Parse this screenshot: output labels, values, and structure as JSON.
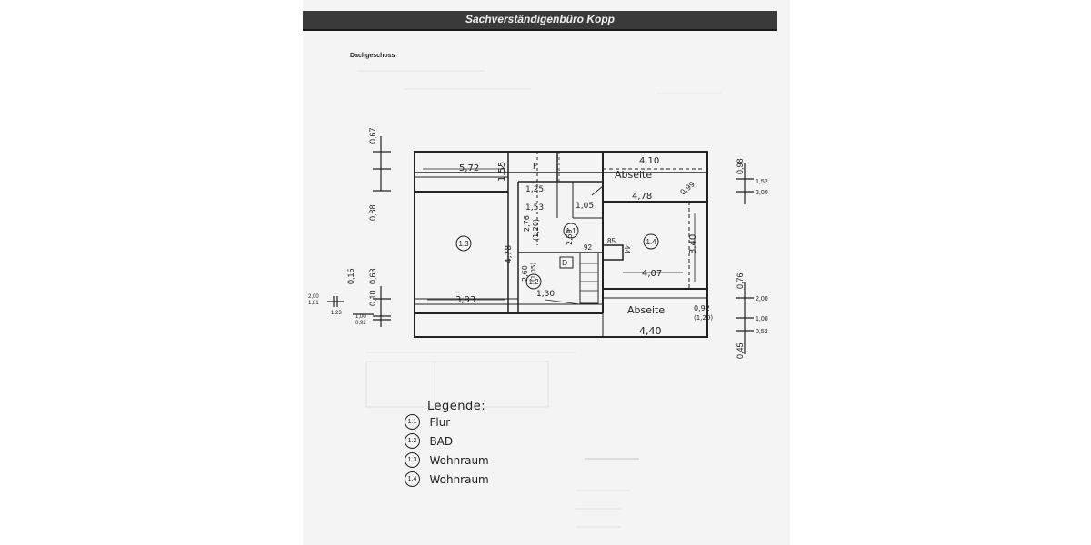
{
  "header": {
    "title": "Sachverständigenbüro Kopp"
  },
  "floor_label": "Dachgeschoss",
  "rooms": {
    "r11": "1.1",
    "r12": "1.2",
    "r13": "1.3",
    "r14": "1.4"
  },
  "room_labels": {
    "abseite_top": "Abseite",
    "abseite_bottom": "Abseite"
  },
  "dimensions": {
    "top_width": "4,10",
    "top_left": "5,72",
    "v_155": "1,55",
    "door_f": "F",
    "d_125": "1,25",
    "d_153": "1,53",
    "d_105": "1,05",
    "d_478": "4,78",
    "d_099": "0,99",
    "d_478v": "4,78",
    "d_276": "2,76",
    "d_120a": "(1,20)",
    "d_259": "2,59",
    "d_85": "85",
    "d_44": "44",
    "d_92": "92",
    "d_340": "3,40",
    "d_407": "4,07",
    "d_260": "2,60",
    "d_105b": "(1,05)",
    "d_d": "D",
    "d_393": "3,93",
    "d_130": "1,30",
    "d_092": "0,92",
    "d_120b": "(1,20)",
    "bottom_width": "4,40",
    "left_067": "0,67",
    "left_088": "0,88",
    "left_015": "0,15",
    "left_063": "0,63",
    "left_010": "0,10",
    "left_200": "2,00",
    "left_181": "1,81",
    "left_123": "1,23",
    "left_100": "1,00",
    "left_092": "0,92",
    "right_098": "0,98",
    "right_152": "1,52",
    "right_200a": "2,00",
    "right_076": "0,76",
    "right_200b": "2,00",
    "right_100": "1,00",
    "right_052": "0,52",
    "right_045": "0,45"
  },
  "legend": {
    "title": "Legende:",
    "items": [
      {
        "num": "1.1",
        "label": "Flur"
      },
      {
        "num": "1.2",
        "label": "BAD"
      },
      {
        "num": "1.3",
        "label": "Wohnraum"
      },
      {
        "num": "1.4",
        "label": "Wohnraum"
      }
    ]
  }
}
